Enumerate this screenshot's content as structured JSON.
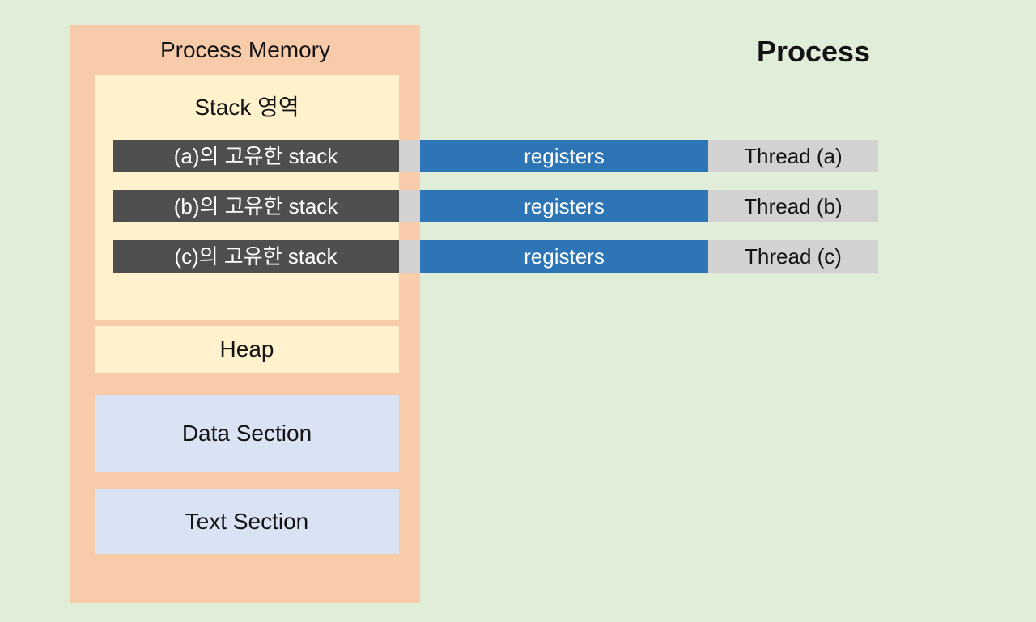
{
  "colors": {
    "background": "#e0edd9",
    "process_memory_bg": "#f8cbaa",
    "stack_region_bg": "#fff2cc",
    "heap_bg": "#fff2cc",
    "section_bg": "#dae3f3",
    "stack_item_bg": "#4f4f4f",
    "registers_bg": "#2e75b6",
    "thread_bar_bg": "#d2d2d2",
    "text_dark": "#141414",
    "text_light": "#ffffff"
  },
  "process_memory": {
    "title": "Process Memory",
    "stack_region": {
      "label": "Stack 영역",
      "stacks": [
        {
          "label": "(a)의 고유한 stack"
        },
        {
          "label": "(b)의 고유한 stack"
        },
        {
          "label": "(c)의 고유한 stack"
        }
      ]
    },
    "heap": {
      "label": "Heap"
    },
    "data_section": {
      "label": "Data Section"
    },
    "text_section": {
      "label": "Text Section"
    }
  },
  "process": {
    "title": "Process",
    "threads": [
      {
        "registers_label": "registers",
        "thread_label": "Thread (a)"
      },
      {
        "registers_label": "registers",
        "thread_label": "Thread (b)"
      },
      {
        "registers_label": "registers",
        "thread_label": "Thread (c)"
      }
    ]
  }
}
